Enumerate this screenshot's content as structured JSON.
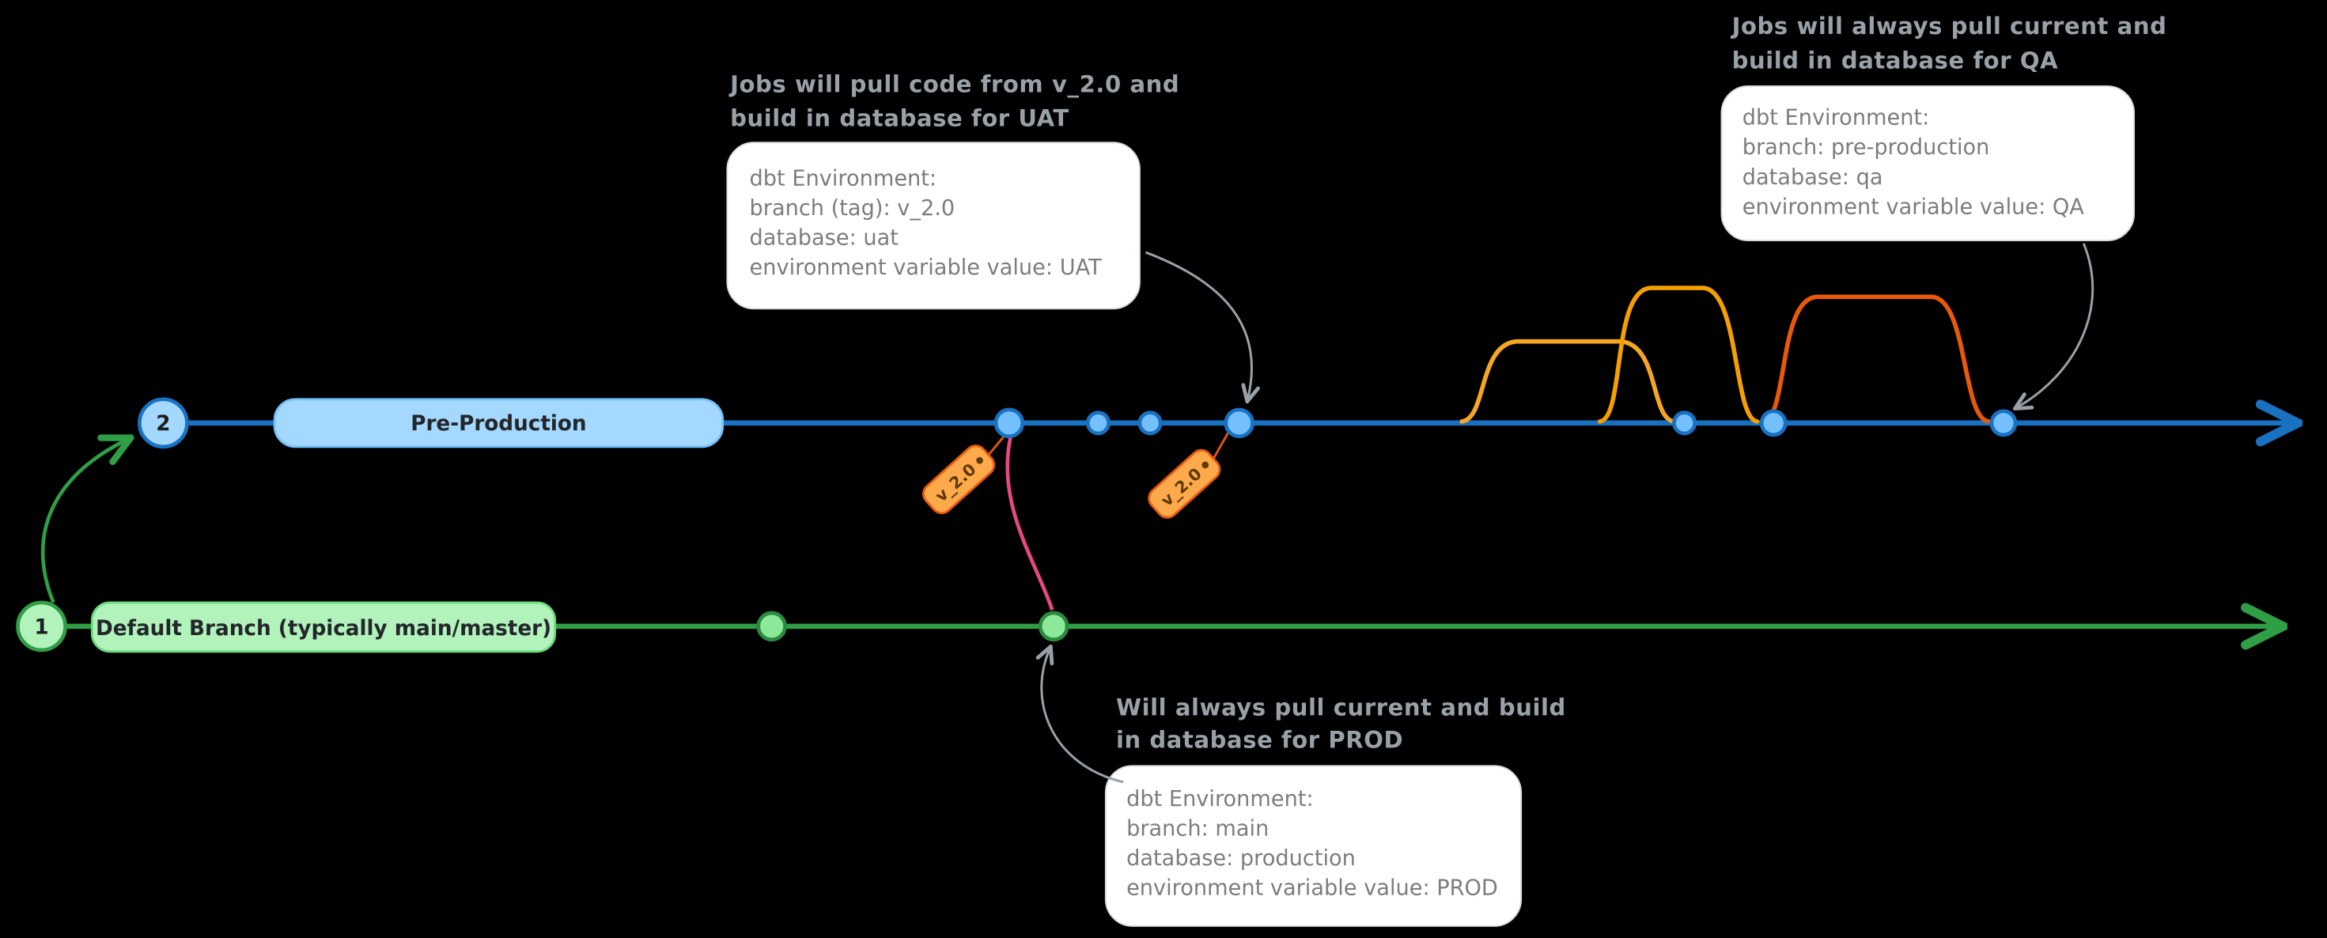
{
  "diagram": {
    "branches": {
      "pre_production": {
        "number": "2",
        "label": "Pre-Production"
      },
      "default_branch": {
        "number": "1",
        "label": "Default Branch (typically main/master)"
      }
    },
    "tags": [
      "v_2.0",
      "v_2.0"
    ],
    "callouts": {
      "uat": {
        "title_lines": [
          "Jobs will pull code from v_2.0 and",
          "build in database for UAT"
        ],
        "box_lines": [
          "dbt Environment:",
          "branch (tag): v_2.0",
          "database: uat",
          "environment variable value: UAT"
        ]
      },
      "qa": {
        "title_lines": [
          "Jobs will always pull current and",
          "build in database for QA"
        ],
        "box_lines": [
          "dbt Environment:",
          "branch: pre-production",
          "database: qa",
          "environment variable value: QA"
        ]
      },
      "prod": {
        "title_lines": [
          "Will always pull current and build",
          "in database for PROD"
        ],
        "box_lines": [
          "dbt Environment:",
          "branch: main",
          "database: production",
          "environment variable value: PROD"
        ]
      }
    },
    "colors": {
      "background": "#000000",
      "blue_branch": "#1971c2",
      "blue_fill": "#a5d8ff",
      "blue_dot": "#74c0fc",
      "green_branch": "#2f9e44",
      "green_fill": "#b2f2bb",
      "green_dot": "#8ce99a",
      "tag_orange": "#ffa94d",
      "tag_border": "#e8590c",
      "arc_yellow": "#f59f00",
      "arc_orange": "#e8590c",
      "merge_pink": "#e64980",
      "callout_bg": "#ffffff",
      "callout_text": "#7d7d7d",
      "title_text": "#99a1a8"
    }
  }
}
